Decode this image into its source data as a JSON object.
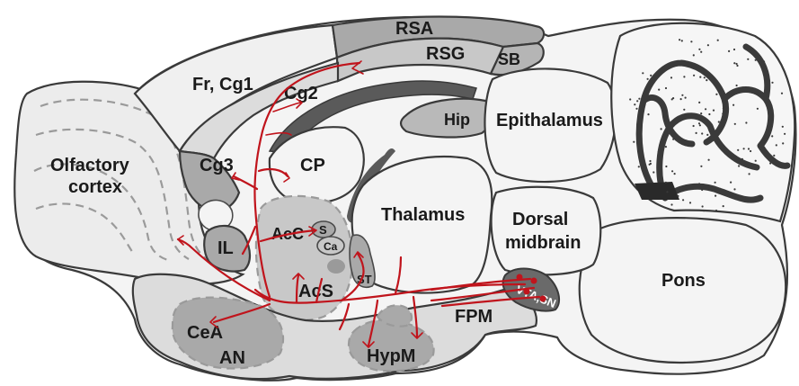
{
  "colors": {
    "outline": "#3a3a3a",
    "region_light": "#efefef",
    "region_mid": "#d0d0d0",
    "region_dark": "#a9a9a9",
    "region_darker": "#7d7d7d",
    "ventricle": "#5a5a5a",
    "white_region": "#f4f4f4",
    "dopamine_pathway": "#c0141c",
    "vta_fill": "#6a6a6a"
  },
  "labels": {
    "rsa": "RSA",
    "rsg": "RSG",
    "sb": "SB",
    "fr_cg1": "Fr, Cg1",
    "cg2": "Cg2",
    "hip": "Hip",
    "epithalamus": "Epithalamus",
    "olfactory_line1": "Olfactory",
    "olfactory_line2": "cortex",
    "cg3": "Cg3",
    "cp": "CP",
    "thalamus": "Thalamus",
    "dorsal_line1": "Dorsal",
    "dorsal_line2": "midbrain",
    "il": "IL",
    "acc": "AcC",
    "s": "S",
    "ca": "Ca",
    "st": "ST",
    "acs": "AcS",
    "vta_sn": "VTA,SN",
    "pons": "Pons",
    "fpm": "FPM",
    "cea": "CeA",
    "an": "AN",
    "hypm": "HypM"
  }
}
